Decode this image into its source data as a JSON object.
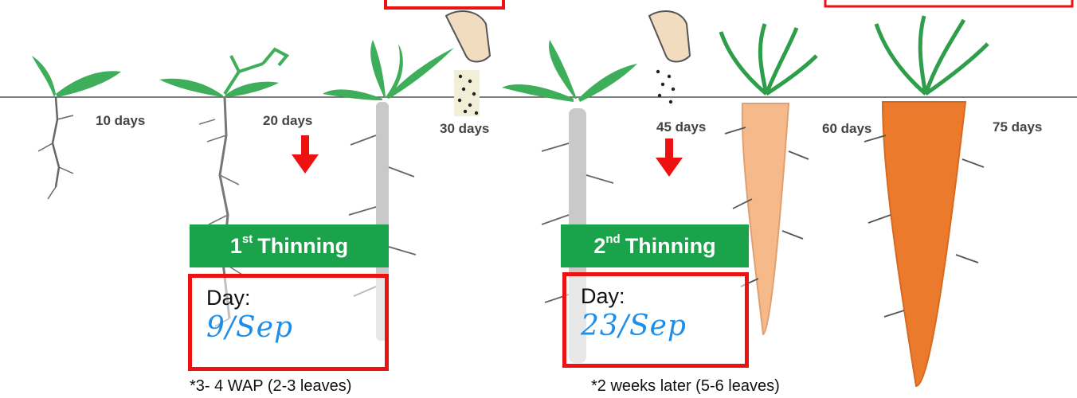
{
  "stages": [
    {
      "label": "10 days"
    },
    {
      "label": "20 days"
    },
    {
      "label": "30 days"
    },
    {
      "label": "45 days"
    },
    {
      "label": "60 days"
    },
    {
      "label": "75 days"
    }
  ],
  "thinnings": [
    {
      "ordinal": "1",
      "suffix": "st",
      "title": "Thinning",
      "day_prefix": "Day:",
      "day_value": "9/Sep",
      "note": "*3- 4 WAP (2-3 leaves)"
    },
    {
      "ordinal": "2",
      "suffix": "nd",
      "title": "Thinning",
      "day_prefix": "Day:",
      "day_value": "23/Sep",
      "note": "*2 weeks later (5-6 leaves)"
    }
  ],
  "colors": {
    "accent_red": "#ee1111",
    "badge_green": "#1aa34a",
    "date_blue": "#1f8ee8",
    "leaf_green": "#3fae5a",
    "carrot_light": "#f6b98a",
    "carrot_dark": "#ec7a2c",
    "root_gray": "#c9c9c9"
  }
}
